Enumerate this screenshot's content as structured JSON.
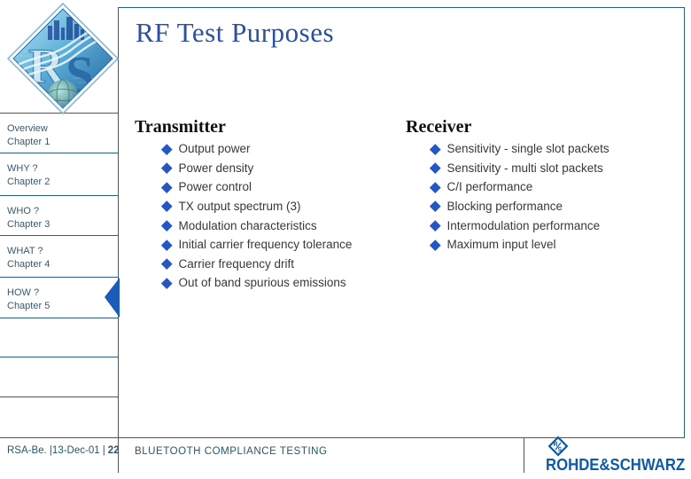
{
  "slide": {
    "title": "RF Test Purposes"
  },
  "sidebar": {
    "items": [
      {
        "label": "Overview",
        "chapter": "Chapter 1"
      },
      {
        "label": "WHY ?",
        "chapter": "Chapter 2"
      },
      {
        "label": "WHO ?",
        "chapter": "Chapter 3"
      },
      {
        "label": "WHAT ?",
        "chapter": "Chapter 4"
      },
      {
        "label": "HOW  ?",
        "chapter": "Chapter 5"
      }
    ],
    "active_item": "HOW ? / Chapter 5"
  },
  "columns": {
    "transmitter": {
      "heading": "Transmitter",
      "items": [
        "Output power",
        "Power density",
        "Power control",
        "TX output spectrum (3)",
        "Modulation characteristics",
        "Initial carrier frequency tolerance",
        "Carrier frequency drift",
        "Out of band spurious emissions"
      ]
    },
    "receiver": {
      "heading": "Receiver",
      "items": [
        "Sensitivity - single slot packets",
        "Sensitivity - multi slot packets",
        "C/I performance",
        "Blocking performance",
        "Intermodulation performance",
        "Maximum input level"
      ]
    }
  },
  "footer": {
    "left_text": "RSA-Be. |13-Dec-01 |",
    "page_number": "22",
    "center_text": "BLUETOOTH COMPLIANCE TESTING",
    "brand": "ROHDE&SCHWARZ"
  },
  "colors": {
    "line": "#2d5f86",
    "title": "#2b4fa1",
    "bullet": "#2257c4",
    "active_arrow": "#1c5bb8",
    "brand_blue": "#0e5aa7",
    "sidebar_text": "#3a5a6e",
    "footer_text": "#27566e",
    "body_text": "#383838"
  }
}
